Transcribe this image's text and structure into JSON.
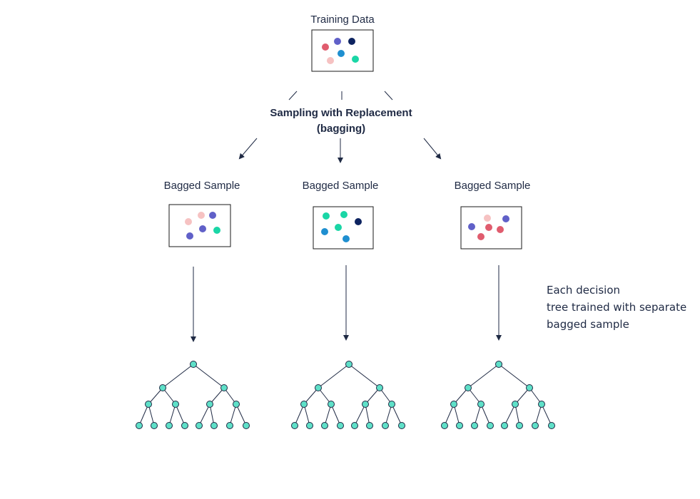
{
  "colors": {
    "text": "#1f2a44",
    "node_fill": "#5fe0c8",
    "dot_red": "#e05c6e",
    "dot_purple": "#6060c8",
    "dot_navy": "#0d2360",
    "dot_blue": "#1f8fd0",
    "dot_pink": "#f6c2c2",
    "dot_teal": "#1ad6a6"
  },
  "training": {
    "title": "Training Data",
    "dots": [
      {
        "color": "dot_red"
      },
      {
        "color": "dot_purple"
      },
      {
        "color": "dot_navy"
      },
      {
        "color": "dot_blue"
      },
      {
        "color": "dot_pink"
      },
      {
        "color": "dot_teal"
      }
    ]
  },
  "sampling": {
    "line1": "Sampling with Replacement",
    "line2": "(bagging)"
  },
  "samples": [
    {
      "title": "Bagged Sample",
      "dots": [
        {
          "color": "dot_pink"
        },
        {
          "color": "dot_pink"
        },
        {
          "color": "dot_purple"
        },
        {
          "color": "dot_purple"
        },
        {
          "color": "dot_teal"
        },
        {
          "color": "dot_purple"
        }
      ]
    },
    {
      "title": "Bagged Sample",
      "dots": [
        {
          "color": "dot_teal"
        },
        {
          "color": "dot_teal"
        },
        {
          "color": "dot_navy"
        },
        {
          "color": "dot_blue"
        },
        {
          "color": "dot_teal"
        },
        {
          "color": "dot_blue"
        }
      ]
    },
    {
      "title": "Bagged Sample",
      "dots": [
        {
          "color": "dot_pink"
        },
        {
          "color": "dot_purple"
        },
        {
          "color": "dot_purple"
        },
        {
          "color": "dot_red"
        },
        {
          "color": "dot_red"
        },
        {
          "color": "dot_red"
        }
      ]
    }
  ],
  "note": {
    "line1": "Each decision",
    "line2": "tree trained with separate",
    "line3": "bagged sample"
  },
  "trees": {
    "count": 3,
    "depth": 3,
    "node_color": "node_fill"
  }
}
